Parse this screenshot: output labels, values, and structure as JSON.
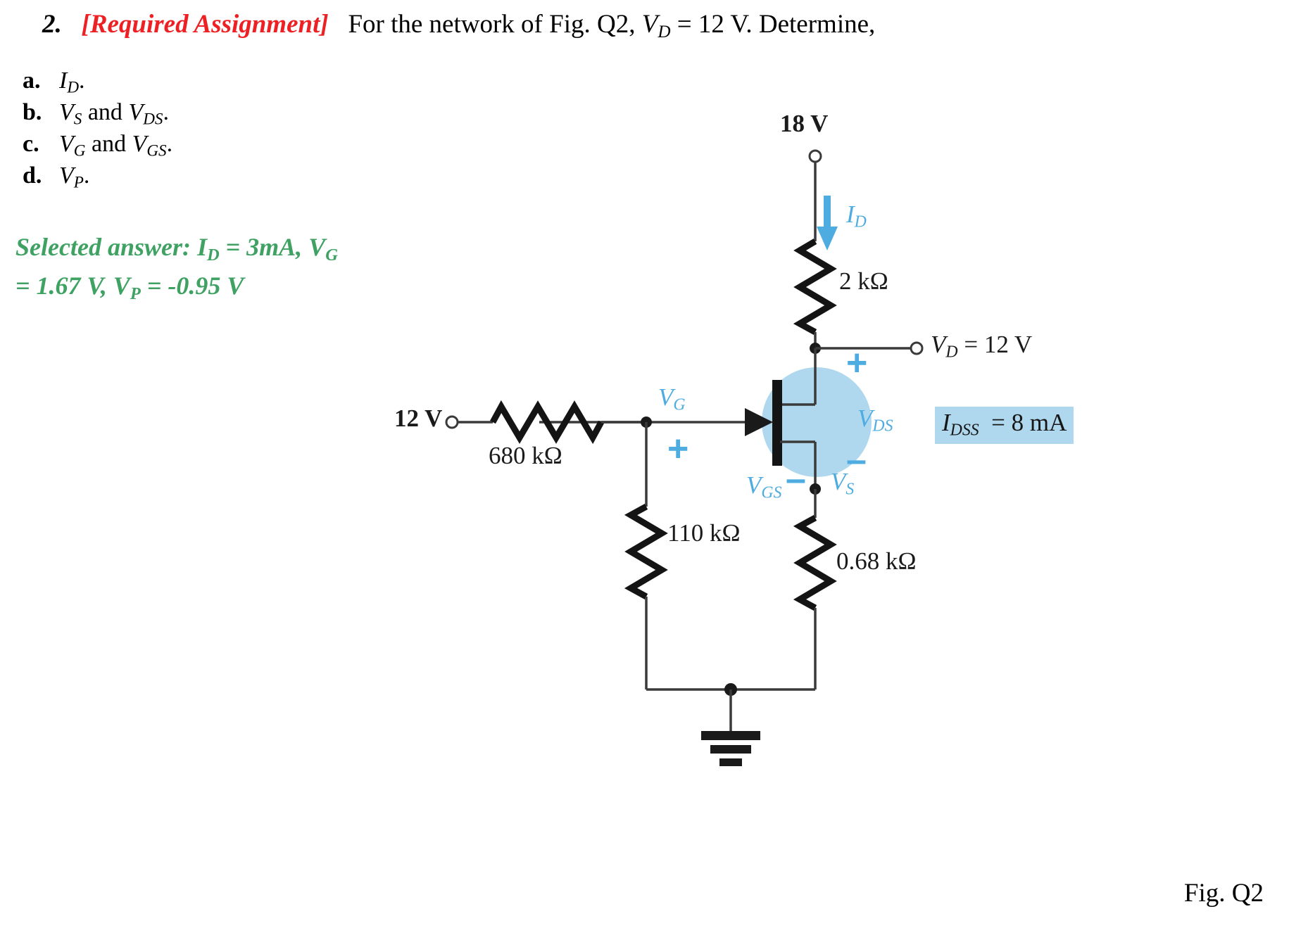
{
  "question": {
    "number": "2.",
    "tag": "[Required Assignment]",
    "prompt_before": "For the network of Fig. Q2,",
    "vd_var": "V",
    "vd_sub": "D",
    "prompt_after": "= 12 V. Determine,",
    "items": [
      {
        "letter": "a.",
        "parts": [
          {
            "var": "I",
            "sub": "D"
          }
        ],
        "tail": "."
      },
      {
        "letter": "b.",
        "parts": [
          {
            "var": "V",
            "sub": "S"
          },
          {
            "joiner": "and",
            "var": "V",
            "sub": "DS"
          }
        ],
        "tail": "."
      },
      {
        "letter": "c.",
        "parts": [
          {
            "var": "V",
            "sub": "G"
          },
          {
            "joiner": "and",
            "var": "V",
            "sub": "GS"
          }
        ],
        "tail": "."
      },
      {
        "letter": "d.",
        "parts": [
          {
            "var": "V",
            "sub": "P"
          }
        ],
        "tail": "."
      }
    ],
    "item_a_text": "a.",
    "item_b_text": "b.",
    "item_c_text": "c.",
    "item_d_text": "d."
  },
  "selected_answer": {
    "lead": "Selected answer:",
    "line1_id_var": "I",
    "line1_id_sub": "D",
    "line1_id_value": "= 3mA,",
    "line1_vg_var": "V",
    "line1_vg_sub": "G",
    "line2_eq": "= 1.67 V,",
    "line2_vp_var": "V",
    "line2_vp_sub": "P",
    "line2_vp_value": "= -0.95 V",
    "color": "#3FA263"
  },
  "figure": {
    "caption": "Fig. Q2",
    "supply_top": "18 V",
    "supply_left": "12 V",
    "resistor_drain": "2 kΩ",
    "resistor_gate_series": "680 kΩ",
    "resistor_gate_shunt": "110 kΩ",
    "resistor_source": "0.68 kΩ",
    "current_var": "I",
    "current_sub": "D",
    "vd_var": "V",
    "vd_sub": "D",
    "vd_value": "= 12 V",
    "vg_var": "V",
    "vg_sub": "G",
    "vds_var": "V",
    "vds_sub": "DS",
    "vgs_var": "V",
    "vgs_sub": "GS",
    "vs_var": "V",
    "vs_sub": "S",
    "plus_sign": "+",
    "minus_sign": "–",
    "idss_var": "I",
    "idss_sub": "DSS",
    "idss_value": "= 8 mA",
    "colors": {
      "accent_blue": "#4FACE0",
      "highlight_blue": "#AFD8EE",
      "wire": "#3A3A3A",
      "component": "#141414"
    }
  }
}
